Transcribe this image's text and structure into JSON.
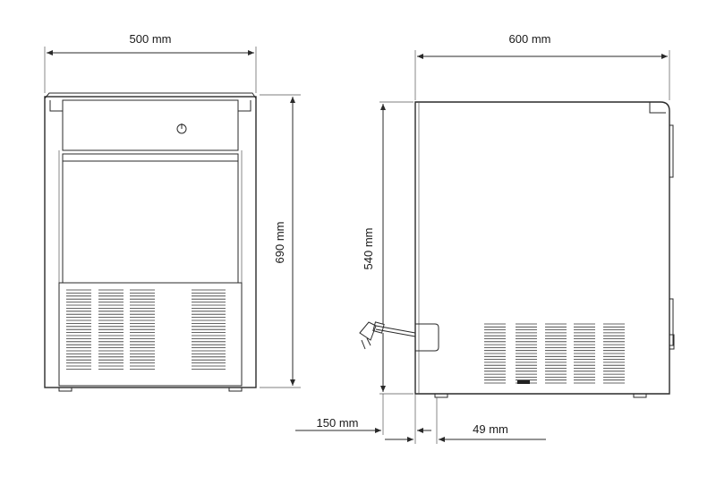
{
  "dimensions": {
    "front_width": "500 mm",
    "front_height": "690 mm",
    "side_depth": "600 mm",
    "side_height": "540 mm",
    "hose_clearance": "150 mm",
    "foot_offset": "49 mm"
  },
  "icons": {
    "power": "power-icon",
    "plug": "plug-icon"
  },
  "colors": {
    "line": "#2a2a2a",
    "background": "#ffffff"
  }
}
